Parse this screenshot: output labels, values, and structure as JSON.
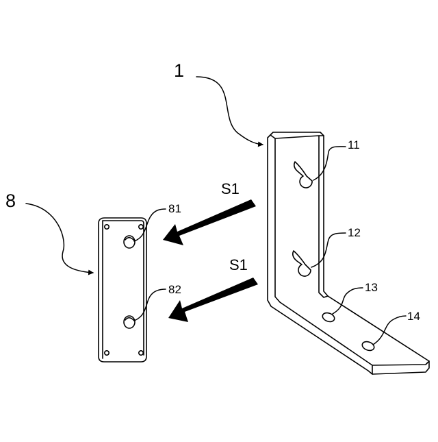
{
  "figure": {
    "labels": {
      "bracket": "1",
      "slot_upper": "11",
      "slot_lower": "12",
      "hole_upper": "13",
      "hole_lower": "14",
      "plate": "8",
      "plate_hole_upper": "81",
      "plate_hole_lower": "82",
      "direction_upper": "S1",
      "direction_lower": "S1"
    }
  }
}
